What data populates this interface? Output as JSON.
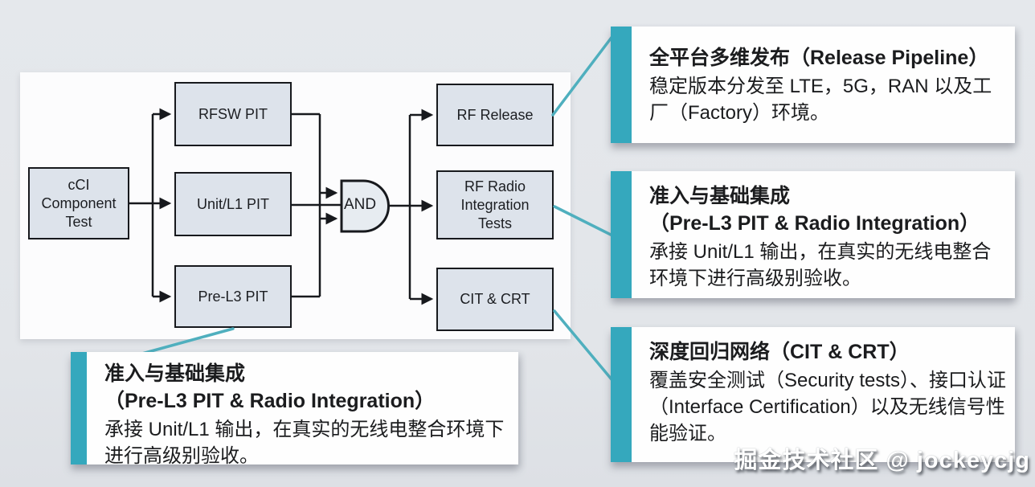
{
  "colors": {
    "page_background": "#e3e6ea",
    "accent_teal": "#35a8bd",
    "connector_teal": "#4fafbe",
    "node_fill": "#dde3eb",
    "node_border": "#17191d"
  },
  "flowchart": {
    "nodes": {
      "cci": {
        "label": "cCI Component Test"
      },
      "rfsw": {
        "label": "RFSW PIT"
      },
      "unit_l1": {
        "label": "Unit/L1 PIT"
      },
      "pre_l3": {
        "label": "Pre-L3 PIT"
      },
      "and_gate": {
        "label": "AND"
      },
      "rf_release": {
        "label": "RF Release"
      },
      "rf_radio": {
        "label": "RF Radio Integration Tests"
      },
      "cit_crt": {
        "label": "CIT & CRT"
      }
    }
  },
  "callouts": [
    {
      "title_lines": [
        "全平台多维发布（Release Pipeline）"
      ],
      "body": "稳定版本分发至 LTE，5G，RAN 以及工厂（Factory）环境。"
    },
    {
      "title_lines": [
        "准入与基础集成",
        "（Pre-L3 PIT & Radio Integration）"
      ],
      "body": "承接 Unit/L1 输出，在真实的无线电整合环境下进行高级别验收。"
    },
    {
      "title_lines": [
        "深度回归网络（CIT & CRT）"
      ],
      "body": "覆盖安全测试（Security tests）、接口认证（Interface Certification）以及无线信号性能验证。"
    },
    {
      "title_lines": [
        "准入与基础集成",
        "（Pre-L3 PIT & Radio Integration）"
      ],
      "body": "承接 Unit/L1 输出，在真实的无线电整合环境下进行高级别验收。"
    }
  ],
  "watermark": {
    "text": "掘金技术社区 @ jockeycjg"
  }
}
